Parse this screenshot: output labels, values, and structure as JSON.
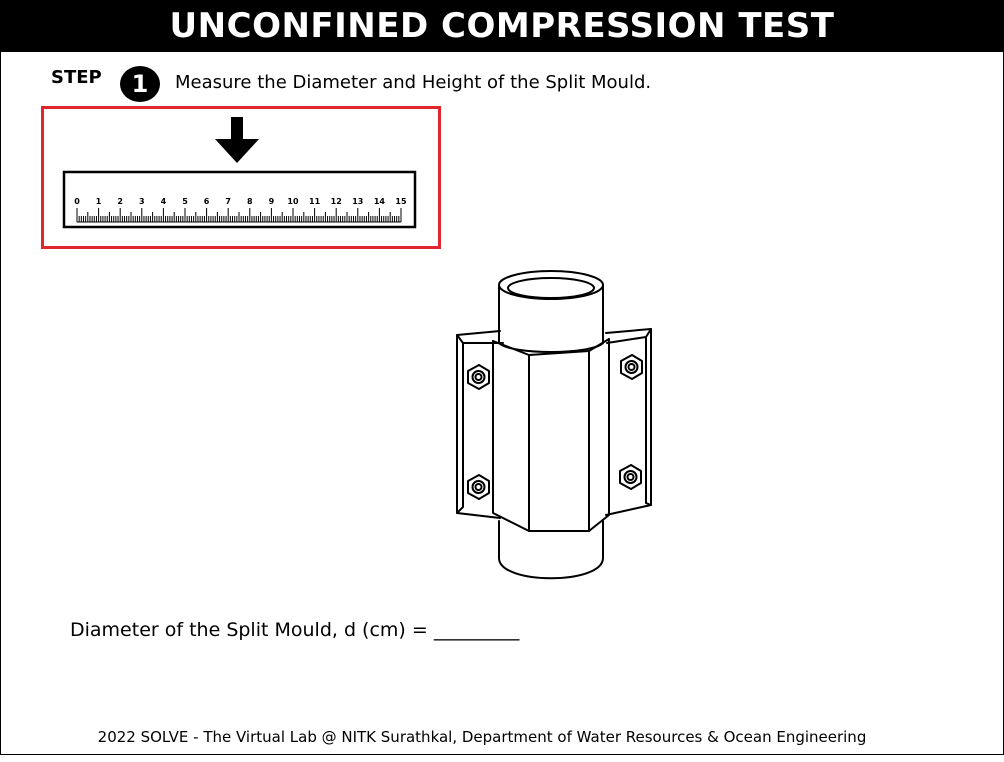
{
  "header": {
    "title": "UNCONFINED COMPRESSION TEST"
  },
  "step": {
    "label": "STEP",
    "number": "1",
    "instruction": "Measure the Diameter and Height of the Split Mould."
  },
  "ruler": {
    "tick_labels": [
      "0",
      "1",
      "2",
      "3",
      "4",
      "5",
      "6",
      "7",
      "8",
      "9",
      "10",
      "11",
      "12",
      "13",
      "14",
      "15"
    ],
    "highlight_color": "#e1262d"
  },
  "measurement": {
    "label": "Diameter of the Split Mould, d (cm) =",
    "answer_blank": "_________"
  },
  "footer": {
    "text": "2022 SOLVE - The Virtual Lab @ NITK Surathkal, Department of Water Resources & Ocean Engineering"
  }
}
